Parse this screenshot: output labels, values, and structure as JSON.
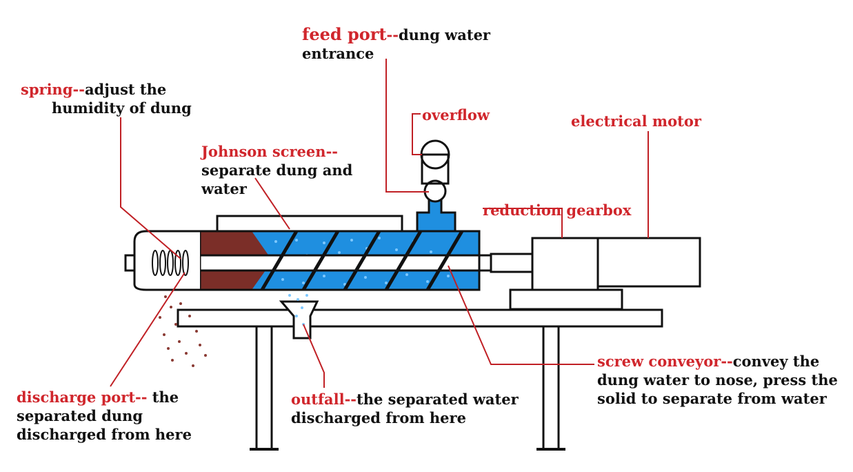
{
  "labels": {
    "feed_port": {
      "name": "feed port",
      "sep": "--",
      "desc1": "dung water",
      "desc2": "entrance"
    },
    "spring": {
      "name": "spring",
      "sep": "--",
      "desc1": "adjust the",
      "desc2": "humidity of dung"
    },
    "overflow": {
      "name": "overflow"
    },
    "electrical_motor": {
      "name": "electrical motor"
    },
    "johnson_screen": {
      "name": "Johnson screen",
      "sep": "--",
      "desc1": "separate dung and",
      "desc2": "water"
    },
    "reduction_gearbox": {
      "name": "reduction gearbox"
    },
    "screw_conveyor": {
      "name": "screw conveyor",
      "sep": "--",
      "desc1": "convey the",
      "desc2": "dung water to nose, press the",
      "desc3": "solid to separate from water"
    },
    "discharge_port": {
      "name": "discharge port",
      "sep": "--",
      "desc1": " the",
      "desc2": "separated dung",
      "desc3": "discharged from here"
    },
    "outfall": {
      "name": "outfall",
      "sep": "--",
      "desc1": "the separated water",
      "desc2": "discharged from here"
    }
  },
  "colors": {
    "label_red": "#d0262c",
    "water_blue": "#1f8fe0",
    "dung_brown": "#7b2e28",
    "outline": "#111111",
    "screen_green": "#3d8c3a"
  }
}
